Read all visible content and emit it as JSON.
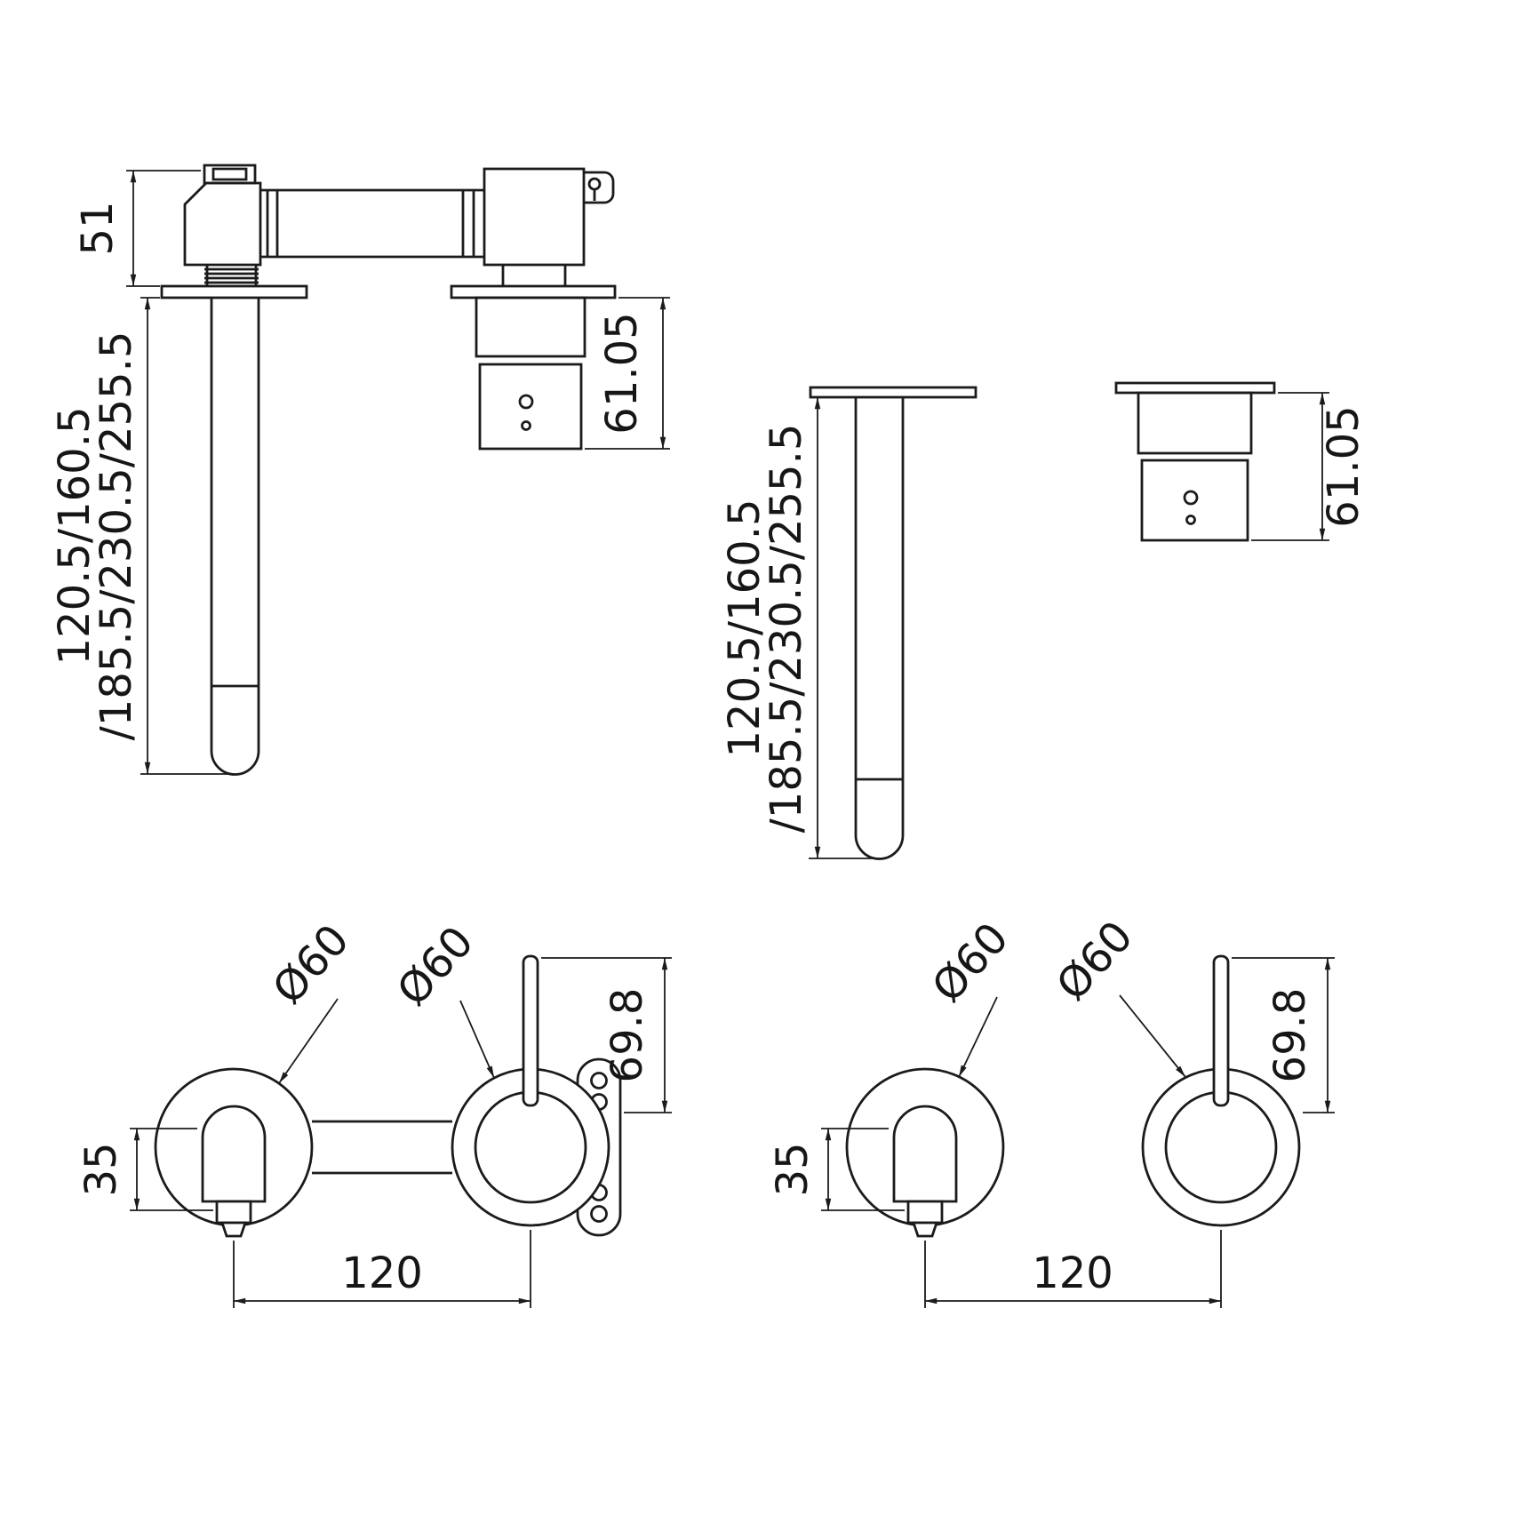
{
  "page": {
    "background": "#ffffff",
    "line_color": "#1b1b1b"
  },
  "views": {
    "side_assembled": {
      "dim_body_height": "51",
      "dim_spout_lengths_1": "120.5/160.5",
      "dim_spout_lengths_2": "/185.5/230.5/255.5",
      "dim_valve_projection": "61.05"
    },
    "side_components": {
      "dim_spout_lengths_1": "120.5/160.5",
      "dim_spout_lengths_2": "/185.5/230.5/255.5",
      "dim_valve_projection": "61.05"
    },
    "front_assembled": {
      "dim_spout_flange_diameter": "Ø60",
      "dim_handle_flange_diameter": "Ø60",
      "dim_spout_outlet_drop": "35",
      "dim_center_distance": "120",
      "dim_handle_height": "69.8"
    },
    "front_components": {
      "dim_spout_flange_diameter": "Ø60",
      "dim_handle_flange_diameter": "Ø60",
      "dim_spout_outlet_drop": "35",
      "dim_center_distance": "120",
      "dim_handle_height": "69.8"
    }
  }
}
